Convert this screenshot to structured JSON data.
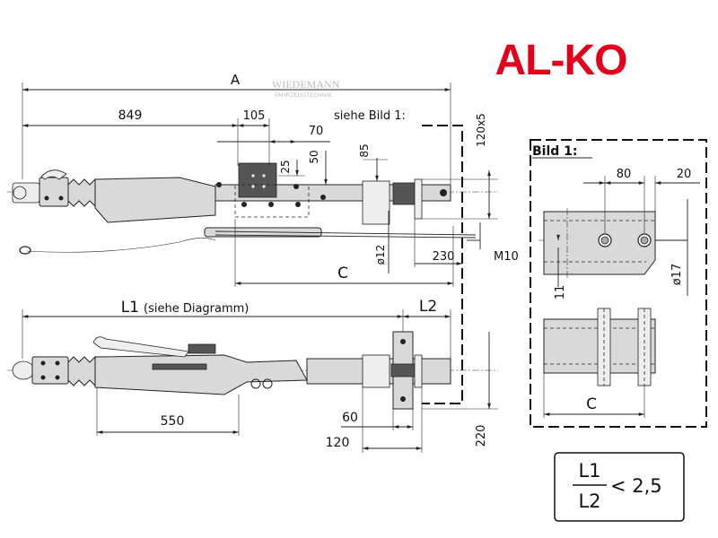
{
  "brand": {
    "logo_text": "AL-KO",
    "logo_color": "#e3001b",
    "watermark_main": "WIEDEMANN",
    "watermark_sub": "FAHRZEUGTECHNIK"
  },
  "top_view": {
    "dim_A": "A",
    "dim_849": "849",
    "dim_105": "105",
    "dim_70": "70",
    "dim_25": "25",
    "dim_50": "50",
    "dim_85": "85",
    "dim_120x5": "120x5",
    "dim_d12": "ø12",
    "dim_230": "230",
    "dim_M10": "M10",
    "dim_C": "C",
    "note_siehe_bild": "siehe Bild 1:"
  },
  "bottom_view": {
    "dim_L1": "L1",
    "dim_L1_note": "(siehe Diagramm)",
    "dim_L2": "L2",
    "dim_550": "550",
    "dim_60": "60",
    "dim_120": "120",
    "dim_220": "220"
  },
  "detail": {
    "title": "Bild 1:",
    "dim_80": "80",
    "dim_20": "20",
    "dim_11": "11",
    "dim_d17": "ø17",
    "dim_C": "C"
  },
  "formula": {
    "numerator": "L1",
    "denominator": "L2",
    "relation": "< 2,5"
  }
}
